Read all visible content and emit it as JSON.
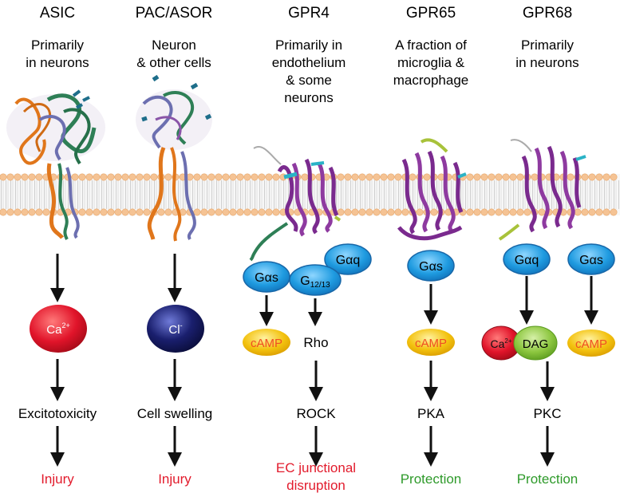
{
  "colors": {
    "red_text": "#e21b2c",
    "green_text": "#2e9a2a",
    "g_protein_fill": "#1f9be0",
    "g_protein_stroke": "#1867a8",
    "camp_fill": "#f3c20f",
    "camp_text": "#f04e23",
    "membrane_head": "#f5c394",
    "membrane_tail": "#d8d8d8",
    "ion_ca": "#e1142a",
    "ion_cl": "#1a1f6e",
    "dag_fill": "#8cc63f"
  },
  "receptors": [
    {
      "name": "ASIC",
      "location": [
        "Primarily",
        "in neurons"
      ]
    },
    {
      "name": "PAC/ASOR",
      "location": [
        "Neuron",
        "& other cells"
      ]
    },
    {
      "name": "GPR4",
      "location": [
        "Primarily in",
        "endothelium",
        "& some",
        "neurons"
      ]
    },
    {
      "name": "GPR65",
      "location": [
        "A fraction of",
        "microglia &",
        "macrophage"
      ]
    },
    {
      "name": "GPR68",
      "location": [
        "Primarily",
        "in neurons"
      ]
    }
  ],
  "pathways": {
    "asic": {
      "ion_label": "Ca",
      "ion_charge": "2+",
      "step": "Excitotoxicity",
      "outcome": "Injury"
    },
    "pac": {
      "ion_label": "Cl",
      "ion_charge": "-",
      "step": "Cell swelling",
      "outcome": "Injury"
    },
    "gpr4": {
      "gs_label": "Gαs",
      "gq_label": "Gαq",
      "g1213_main": "G",
      "g1213_sub": "12/13",
      "camp_label": "cAMP",
      "rho_label": "Rho",
      "rock_label": "ROCK",
      "outcome": [
        "EC junctional",
        "disruption"
      ]
    },
    "gpr65": {
      "gs_label": "Gαs",
      "camp_label": "cAMP",
      "kinase": "PKA",
      "outcome": "Protection"
    },
    "gpr68": {
      "gq_label": "Gαq",
      "gs_label": "Gαs",
      "ca_label": "Ca",
      "ca_charge": "2+",
      "dag_label": "DAG",
      "camp_label": "cAMP",
      "kinase": "PKC",
      "outcome": "Protection"
    }
  }
}
